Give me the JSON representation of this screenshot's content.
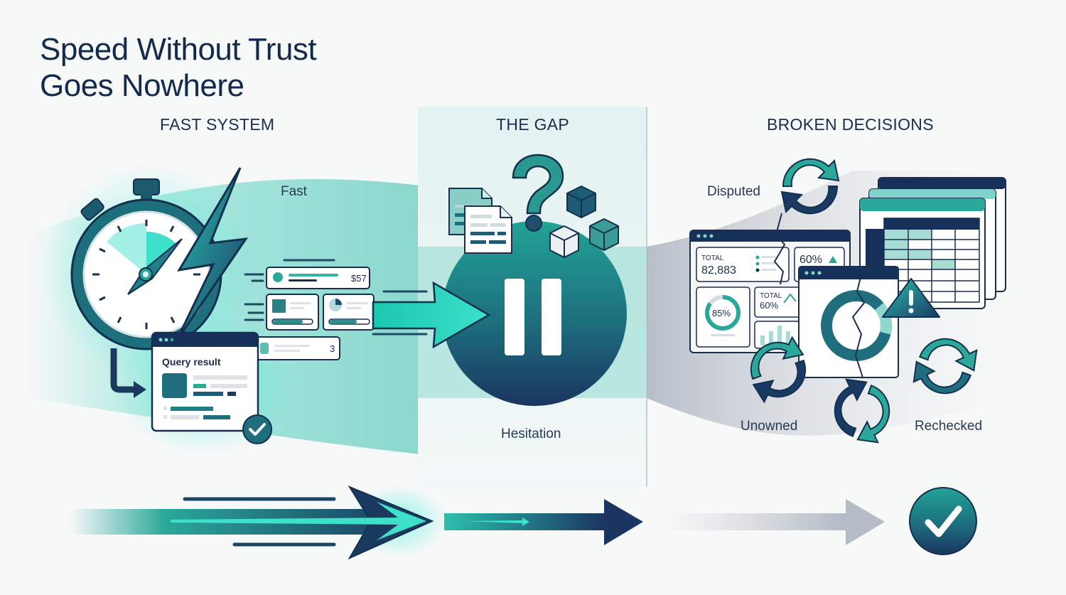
{
  "title": {
    "line1": "Speed Without Trust",
    "line2": "Goes Nowhere"
  },
  "sections": {
    "fast": {
      "heading": "FAST SYSTEM",
      "label": "Fast"
    },
    "gap": {
      "heading": "THE GAP",
      "label": "Hesitation"
    },
    "broken": {
      "heading": "BROKEN DECISIONS",
      "labels": {
        "disputed": "Disputed",
        "unowned": "Unowned",
        "rechecked": "Rechecked"
      }
    }
  },
  "fast_cards": {
    "card1_value": "$57",
    "card4_value": "3"
  },
  "query_card": {
    "title": "Query result"
  },
  "dashboard": {
    "total_label": "TOTAL",
    "total_value": "82,883",
    "pct_value": "60%",
    "donut_value": "85%",
    "total2_label": "TOTAL",
    "total2_value": "60%"
  },
  "icons": [
    "stopwatch-icon",
    "lightning-icon",
    "pause-icon",
    "question-icon",
    "document-icon",
    "cube-icon",
    "refresh-icon",
    "warning-icon",
    "check-icon",
    "arrow-icon"
  ],
  "colors": {
    "navy": "#16305a",
    "teal": "#2aa89a",
    "aqua": "#3fd6c2",
    "grey": "#b6bcc6"
  }
}
